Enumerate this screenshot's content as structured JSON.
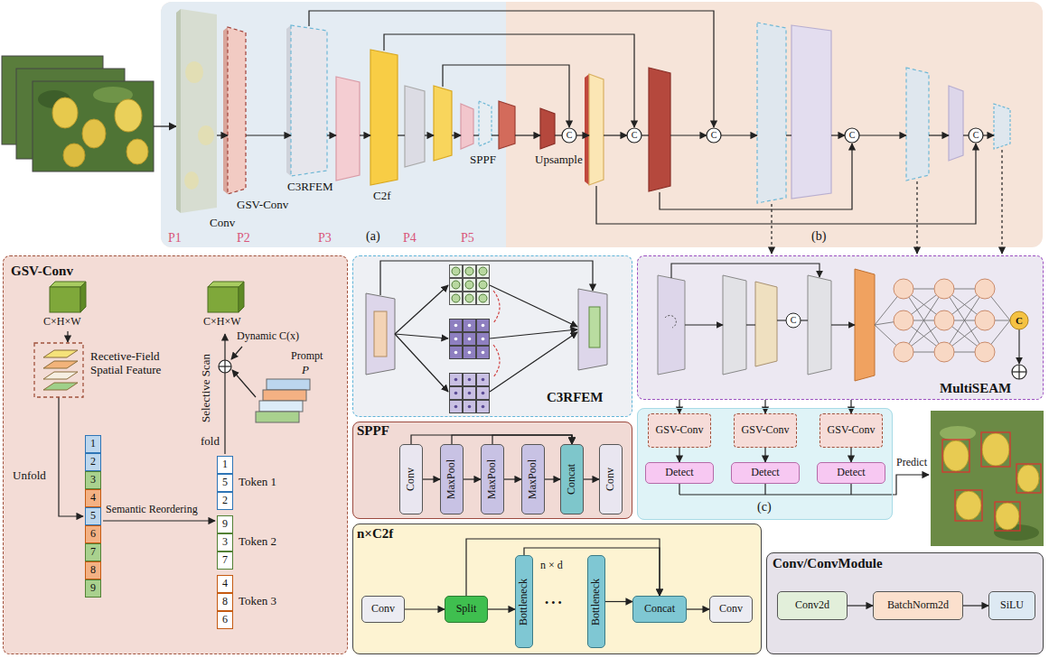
{
  "diagram": {
    "nodes": [
      {
        "text": [
          "GSV-Conv"
        ]
      },
      {
        "text": [
          "1"
        ],
        "in": 0
      },
      {
        "text": [
          "2"
        ],
        "in": 0
      },
      {
        "text": [
          "3"
        ],
        "in": 0
      },
      {
        "text": [
          "4"
        ],
        "in": 0
      },
      {
        "text": [
          "5"
        ],
        "in": 0
      },
      {
        "text": [
          "6"
        ],
        "in": 0
      },
      {
        "text": [
          "7"
        ],
        "in": 0
      },
      {
        "text": [
          "8"
        ],
        "in": 0
      },
      {
        "text": [
          "9"
        ],
        "in": 0
      },
      {
        "text": [
          "1"
        ],
        "in": 0
      },
      {
        "text": [
          "5"
        ],
        "in": 0
      },
      {
        "text": [
          "2"
        ],
        "in": 0
      },
      {
        "text": [
          "9"
        ],
        "in": 0
      },
      {
        "text": [
          "3"
        ],
        "in": 0
      },
      {
        "text": [
          "7"
        ],
        "in": 0
      },
      {
        "text": [
          "4"
        ],
        "in": 0
      },
      {
        "text": [
          "8"
        ],
        "in": 0
      },
      {
        "text": [
          "6"
        ],
        "in": 0
      },
      {
        "text": [
          "C3RFEM"
        ]
      },
      {
        "text": [
          "MultiSEAM"
        ]
      },
      {
        "text": [
          "SPPF"
        ]
      },
      {
        "text": [
          "Conv"
        ],
        "in": 21
      },
      {
        "text": [
          "MaxPool"
        ],
        "in": 21
      },
      {
        "text": [
          "MaxPool"
        ],
        "in": 21
      },
      {
        "text": [
          "MaxPool"
        ],
        "in": 21
      },
      {
        "text": [
          "Concat"
        ],
        "in": 21
      },
      {
        "text": [
          "Conv"
        ],
        "in": 21
      },
      {
        "text": [
          "(c)"
        ]
      },
      {
        "text": [
          "GSV-Conv"
        ],
        "in": 28
      },
      {
        "text": [
          "GSV-Conv"
        ],
        "in": 28
      },
      {
        "text": [
          "GSV-Conv"
        ],
        "in": 28
      },
      {
        "text": [
          "Detect"
        ],
        "in": 28
      },
      {
        "text": [
          "Detect"
        ],
        "in": 28
      },
      {
        "text": [
          "Detect"
        ],
        "in": 28
      },
      {
        "text": [
          "n×C2f"
        ]
      },
      {
        "text": [
          "Conv"
        ],
        "in": 35
      },
      {
        "text": [
          "Split"
        ],
        "in": 35
      },
      {
        "text": [
          "Bottleneck"
        ],
        "in": 35
      },
      {
        "text": [
          "Bottleneck"
        ],
        "in": 35
      },
      {
        "text": [
          "Concat"
        ],
        "in": 35
      },
      {
        "text": [
          "Conv"
        ],
        "in": 35
      },
      {
        "text": [
          "Conv/ConvModule"
        ]
      },
      {
        "text": [
          "Conv2d"
        ],
        "in": 42
      },
      {
        "text": [
          "BatchNorm2d"
        ],
        "in": 42
      },
      {
        "text": [
          "SiLU"
        ],
        "in": 42
      }
    ],
    "edges": [
      {
        "from": 22,
        "to": 23,
        "arrow": "to"
      },
      {
        "from": 23,
        "to": 24,
        "arrow": "to"
      },
      {
        "from": 24,
        "to": 25,
        "arrow": "to"
      },
      {
        "from": 25,
        "to": 26,
        "arrow": "to"
      },
      {
        "from": 26,
        "to": 27,
        "arrow": "to"
      },
      {
        "from": 22,
        "to": 26,
        "arrow": "to"
      },
      {
        "from": 23,
        "to": 26,
        "arrow": "to"
      },
      {
        "from": 24,
        "to": 26,
        "arrow": "to"
      },
      {
        "from": 29,
        "to": 32,
        "arrow": "to"
      },
      {
        "from": 30,
        "to": 33,
        "arrow": "to"
      },
      {
        "from": 31,
        "to": 34,
        "arrow": "to"
      },
      {
        "from": 20,
        "to": 29,
        "arrow": "to"
      },
      {
        "from": 20,
        "to": 30,
        "arrow": "to"
      },
      {
        "from": 20,
        "to": 31,
        "arrow": "to"
      },
      {
        "from": 36,
        "to": 37,
        "arrow": "to"
      },
      {
        "from": 37,
        "to": 38,
        "arrow": "to"
      },
      {
        "from": 39,
        "to": 40,
        "arrow": "to"
      },
      {
        "from": 40,
        "to": 41,
        "arrow": "to"
      },
      {
        "from": 37,
        "to": 40,
        "arrow": "to"
      },
      {
        "from": 38,
        "to": 40,
        "arrow": "to"
      },
      {
        "from": 43,
        "to": 44,
        "arrow": "to"
      },
      {
        "from": 44,
        "to": 45,
        "arrow": "to"
      }
    ],
    "labels": [
      "Conv",
      "GSV-Conv",
      "C3RFEM",
      "C2f",
      "SPPF",
      "Upsample",
      "P1",
      "P2",
      "P3",
      "P4",
      "P5",
      "(a)",
      "(b)",
      "C",
      "C",
      "C",
      "C",
      "C",
      "C×H×W",
      "Recetive-Field Spatial Feature",
      "Unfold",
      "Semantic Reordering",
      "C×H×W",
      "Selective Scan",
      "fold",
      "Dynamic C(x)",
      "Prompt",
      "P",
      "Token 1",
      "Token 2",
      "Token 3",
      "C",
      "C",
      "n × d",
      "• • •",
      "Predict"
    ]
  }
}
